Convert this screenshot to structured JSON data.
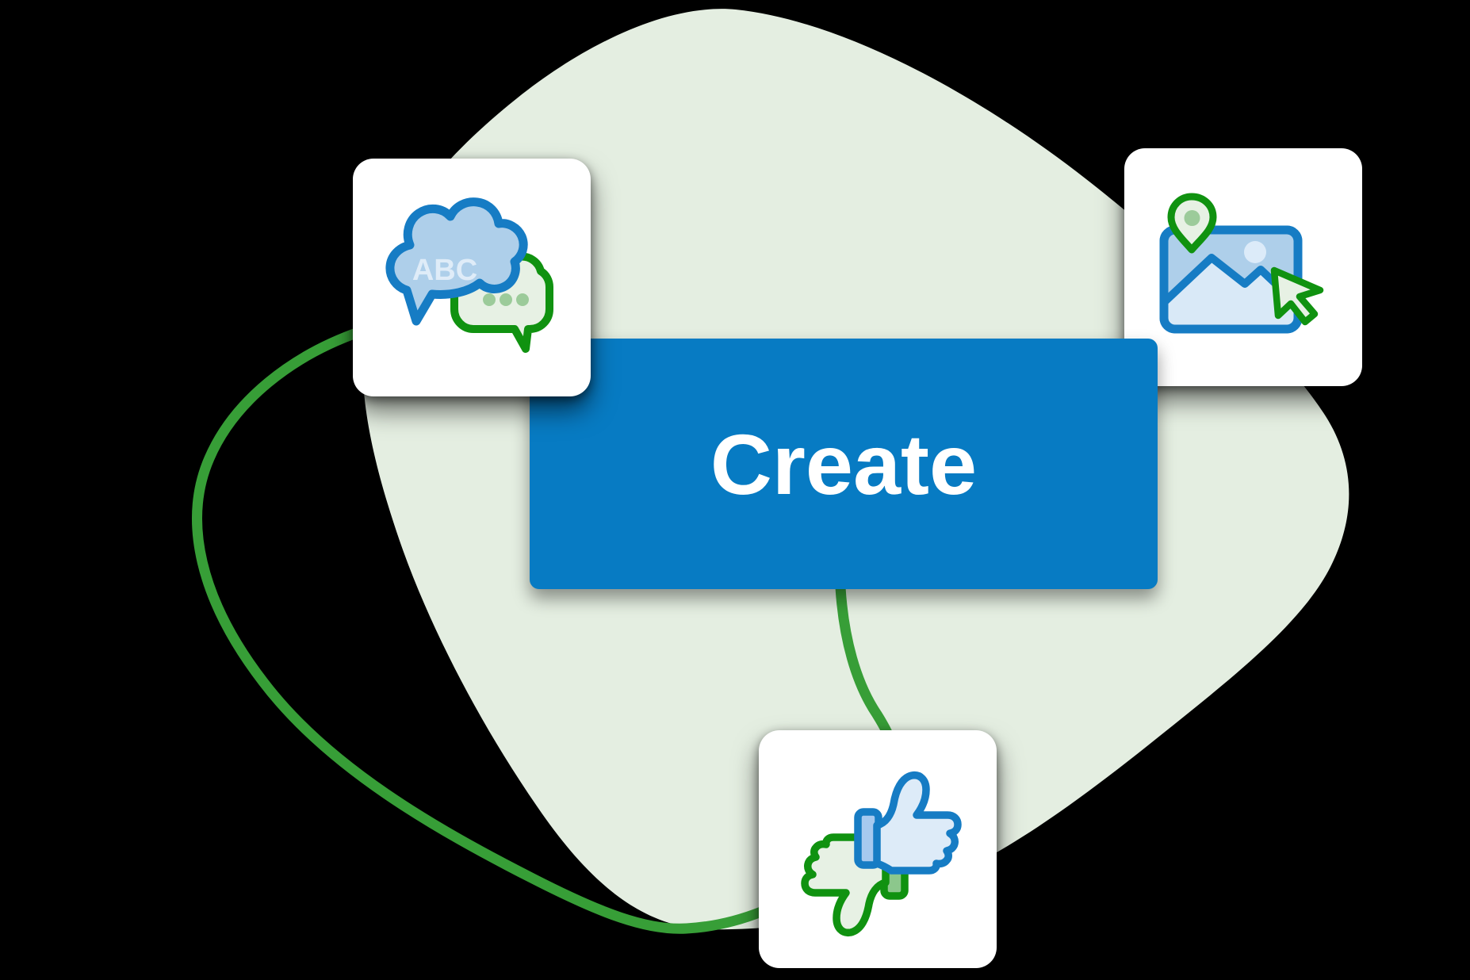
{
  "background": {
    "color": "#000000",
    "blob_shape": "organic-blob",
    "blob_color": "#e4eee1"
  },
  "button": {
    "label": "Create",
    "color": "#077bc3",
    "text_color": "#ffffff"
  },
  "cards": {
    "chat": {
      "icon": "speech-bubbles-icon",
      "bubble_text": "ABC"
    },
    "media": {
      "icon": "image-location-cursor-icon"
    },
    "feedback": {
      "icon": "thumbs-up-down-icon"
    }
  },
  "connectors": {
    "color": "#379e37",
    "paths": [
      "chat-card-to-feedback-card-arc",
      "create-button-to-feedback-card"
    ]
  },
  "palette": {
    "blob-green": "#e4eee1",
    "button-blue": "#077bc3",
    "connector-green": "#379e37",
    "icon-green": "#109210",
    "icon-blue": "#167cc4",
    "cloud-blue": "#aecfea",
    "light-blue-fill": "#ddebf8",
    "cuff-blue": "#a6c9ef",
    "mountain-fill": "#d9e9f7",
    "sun-fill": "#dcebf9",
    "light-green-fill": "#e7f1e4",
    "mid-green": "#9ccb9a",
    "cuff-green": "#8cc78c",
    "abc-text": "#dfecf8",
    "card-white": "#ffffff"
  }
}
